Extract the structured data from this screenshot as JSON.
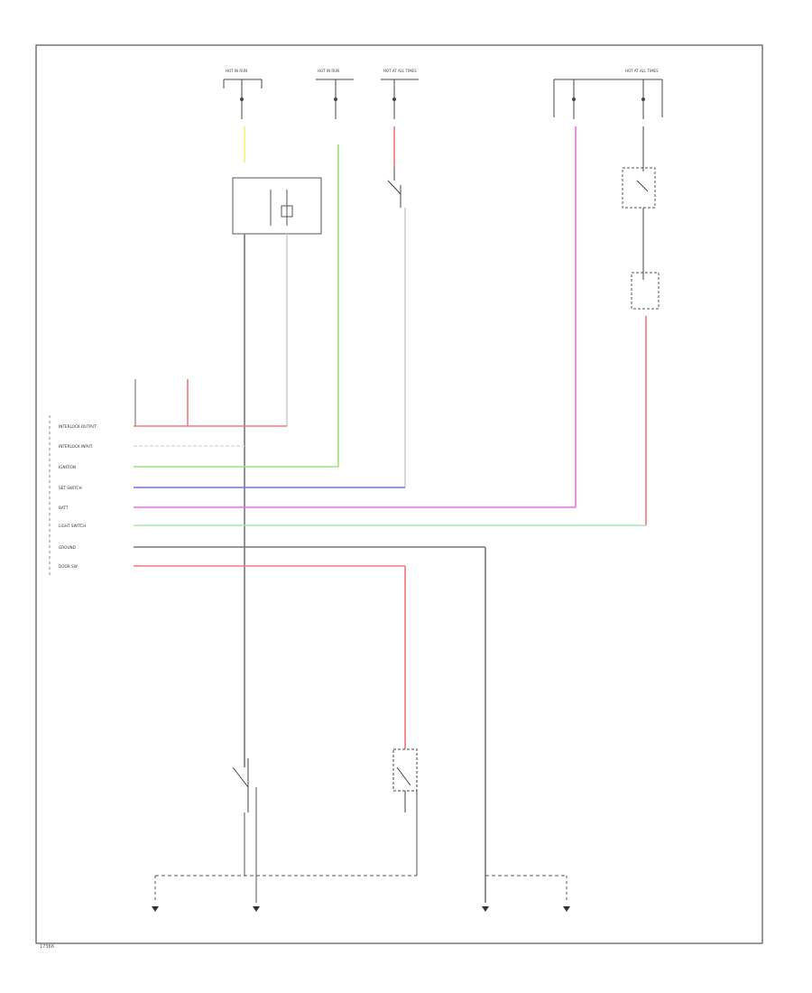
{
  "diagram": {
    "footer_code": "17366",
    "top_labels": {
      "fuse_a": "HOT IN RUN",
      "fuse_b": "HOT IN RUN",
      "fuse_c": "HOT AT ALL TIMES",
      "fuse_d": "HOT AT ALL TIMES"
    },
    "wire_colors": {
      "black": "#555555",
      "yellow": "#f4f07a",
      "green": "#9be07a",
      "red": "#f07a7a",
      "blue": "#6f6ff5",
      "pink": "#f06cf0",
      "gray": "#bdbdbd",
      "light_green": "#a8e8a8"
    },
    "module_pins": [
      "INTERLOCK OUTPUT",
      "INTERLOCK INPUT",
      "IGNITION",
      "SET SWITCH",
      "BATT",
      "LIGHT SWITCH",
      "GROUND",
      "DOOR SW"
    ]
  }
}
